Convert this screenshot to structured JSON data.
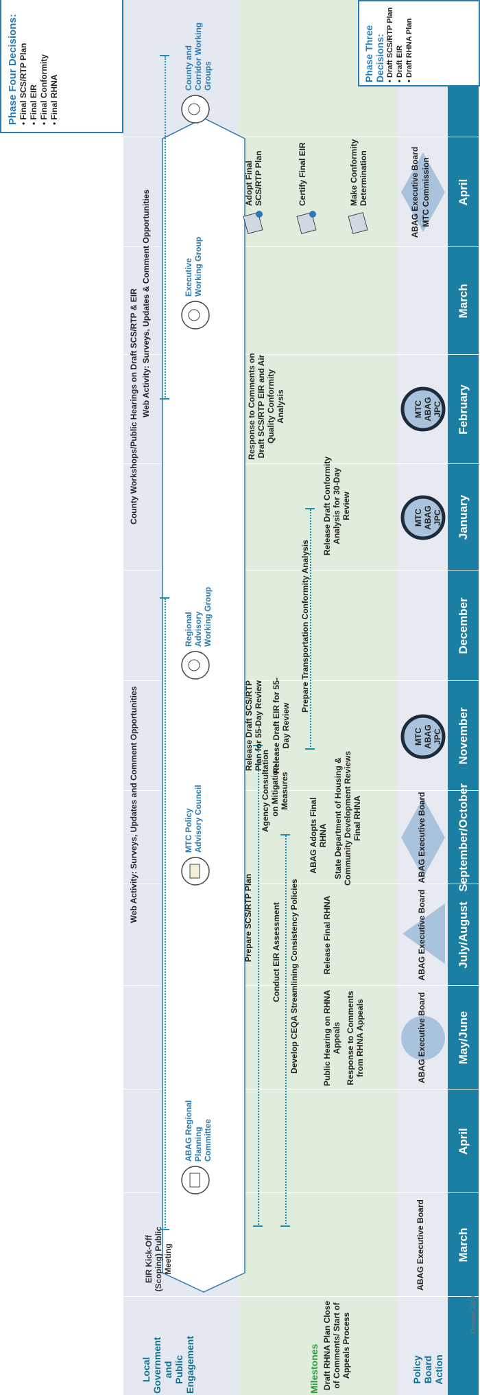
{
  "rows": {
    "engagement": "Local Government and Public Engagement",
    "milestones": "Milestones",
    "policy": "Policy Board Action"
  },
  "months": [
    "March",
    "April",
    "May/June",
    "July/August",
    "September/October",
    "November",
    "December",
    "January",
    "February",
    "March",
    "April"
  ],
  "engagement": {
    "kickoff": "EIR Kick-Off (Scoping) Public Meeting",
    "web_activity_1": "Web Activity: Surveys, Updates and Comment Opportunities",
    "workshops": "County Workshops/Public Hearings on Draft SCS/RTP & EIR",
    "web_activity_2": "Web Activity: Surveys, Updates & Comment Opportunities",
    "groups": [
      {
        "label": "ABAG Regional Planning Committee"
      },
      {
        "label": "MTC Policy Advisory Council"
      },
      {
        "label": "Regional Advisory Working Group"
      },
      {
        "label": "Executive Working Group"
      },
      {
        "label": "County and Corridor Working Groups"
      }
    ]
  },
  "milestones": {
    "prepare_plan": "Prepare SCS/RTP Plan",
    "conduct_eir": "Conduct EIR Assessment",
    "ceqa": "Develop CEQA Streamlining Consistency Policies",
    "agency": "Agency Consultation on Mitigation Measures",
    "draft_rhna": "Draft RHNA Plan Close of Comments/ Start of Appeals Process",
    "public_hearing": "Public Hearing on RHNA Appeals",
    "response_appeals": "Response to Comments from RHNA Appeals",
    "release_final_rhna": "Release Final RHNA",
    "abag_adopts": "ABAG Adopts Final RHNA",
    "state_dept": "State Department of Housing & Community Development Reviews Final RHNA",
    "release_scs": "Release Draft SCS/RTP Plan for 55-Day Review",
    "release_eir": "Release Draft EIR for 55-Day Review",
    "transport": "Prepare Transportation Conformity Analysis",
    "release_conformity": "Release Draft Conformity Analysis for 30-Day Review",
    "response_comments": "Response to Comments on Draft SCS/RTP EIR and Air Quality Conformity Analysis",
    "adopt": "Adopt Final SCS/RTP Plan",
    "certify": "Certify Final EIR",
    "conformity_det": "Make Conformity Determination"
  },
  "policy": {
    "march": "ABAG Executive Board",
    "mayjune": "ABAG Executive Board",
    "julyaug": "ABAG Executive Board",
    "sepoct": "ABAG Executive Board",
    "jpc": "MTC ABAG JPC",
    "april_abag": "ABAG Executive Board",
    "april_mtc": "MTC Commission"
  },
  "phase_three": {
    "title": "Phase Three Decisions:",
    "items": [
      "• Draft SCS/RTP Plan",
      "• Draft EIR",
      "• Draft RHNA Plan"
    ]
  },
  "phase_four": {
    "title": "Phase Four Decisions:",
    "items": [
      "• Final SCS/RTP Plan",
      "• Final EIR",
      "• Final Conformity",
      "• Final RHNA"
    ]
  },
  "stamp": "October 2010",
  "colors": {
    "teal": "#1b7ea3",
    "label_blue": "#0e6f93",
    "milestone_green": "#2e9b3a",
    "circle_fill": "#a9c3dc"
  }
}
